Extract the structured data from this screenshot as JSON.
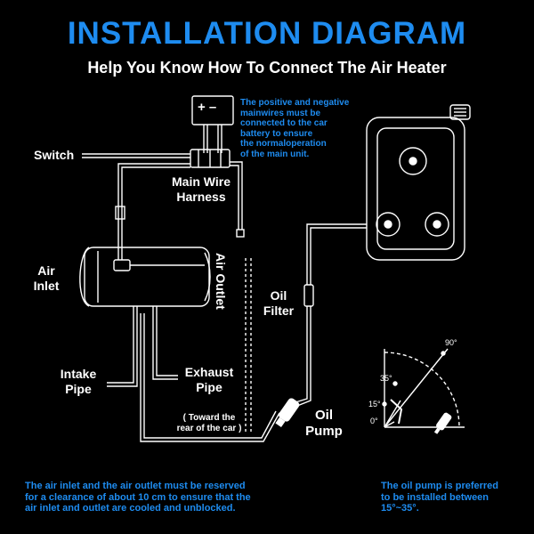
{
  "header": {
    "title": "INSTALLATION DIAGRAM",
    "subtitle": "Help You Know How To Connect The Air Heater"
  },
  "battery": {
    "symbol": "+ –"
  },
  "labels": {
    "switch": "Switch",
    "main_wire_harness_line1": "Main Wire",
    "main_wire_harness_line2": "Harness",
    "air_inlet_line1": "Air",
    "air_inlet_line2": "Inlet",
    "air_outlet": "Air Outlet",
    "oil_filter_line1": "Oil",
    "oil_filter_line2": "Filter",
    "intake_pipe_line1": "Intake",
    "intake_pipe_line2": "Pipe",
    "exhaust_pipe_line1": "Exhaust",
    "exhaust_pipe_line2": "Pipe",
    "toward_rear_line1": "( Toward the",
    "toward_rear_line2": "rear of the car )",
    "oil_pump_line1": "Oil",
    "oil_pump_line2": "Pump"
  },
  "notes": {
    "battery_note": [
      "The positive and negative",
      "mainwires must be",
      "connected to the car",
      "battery to ensure",
      "the normaloperation",
      "of the main unit."
    ],
    "clearance_note": [
      "The air inlet and the air outlet must be reserved",
      "for a clearance of about 10 cm to ensure that the",
      "air inlet and outlet are cooled and unblocked."
    ],
    "pump_angle_note": [
      "The oil pump is preferred",
      "to be installed between",
      "15°~35°."
    ]
  },
  "angles": [
    "90°",
    "35°",
    "15°",
    "0°"
  ],
  "colors": {
    "accent": "#1e8cf0",
    "background": "#000000",
    "line": "#ffffff"
  }
}
